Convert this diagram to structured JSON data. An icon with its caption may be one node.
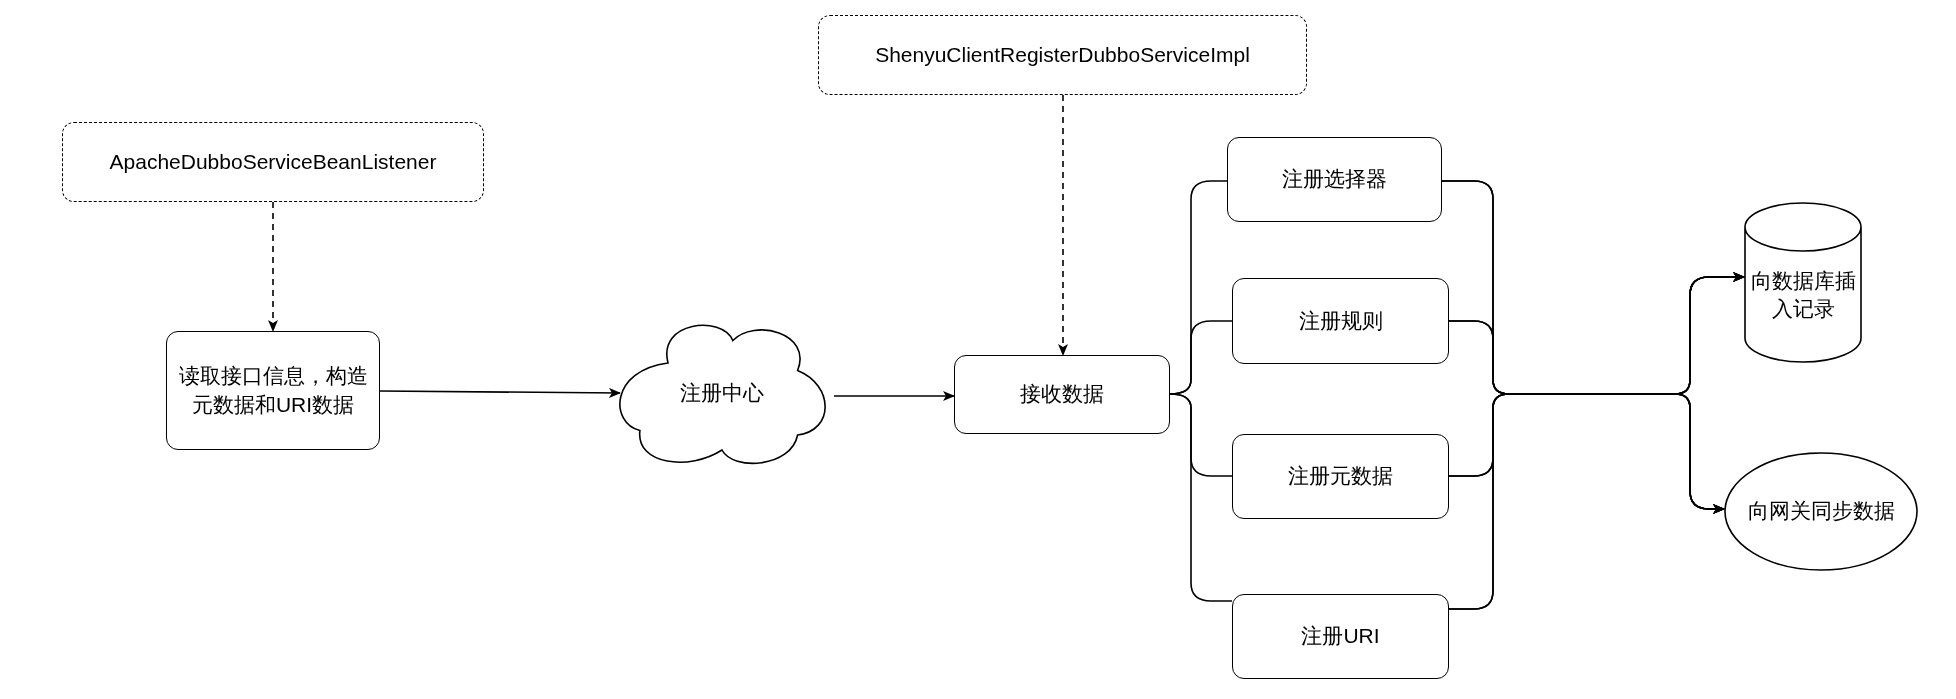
{
  "diagram": {
    "nodes": [
      {
        "text": [
          "ApacheDubboServiceBeanListener"
        ]
      },
      {
        "text": [
          "读取接口信息，构造元数据和URI数据"
        ]
      },
      {
        "text": [
          "注册中心"
        ]
      },
      {
        "text": [
          "ShenyuClientRegisterDubboServiceImpl"
        ]
      },
      {
        "text": [
          "接收数据"
        ]
      },
      {
        "text": [
          "注册选择器"
        ]
      },
      {
        "text": [
          "注册规则"
        ]
      },
      {
        "text": [
          "注册元数据"
        ]
      },
      {
        "text": [
          "注册URI"
        ]
      },
      {
        "text": [
          "向数据库插入记录"
        ]
      },
      {
        "text": [
          "向网关同步数据"
        ]
      }
    ],
    "edges": [
      {
        "from": 0,
        "to": 1,
        "arrow": "to",
        "style": "dashed"
      },
      {
        "from": 1,
        "to": 2,
        "arrow": "to"
      },
      {
        "from": 2,
        "to": 4,
        "arrow": "to"
      },
      {
        "from": 3,
        "to": 4,
        "arrow": "to",
        "style": "dashed"
      },
      {
        "from": 4,
        "to": 5,
        "arrow": "none"
      },
      {
        "from": 4,
        "to": 6,
        "arrow": "none"
      },
      {
        "from": 4,
        "to": 7,
        "arrow": "none"
      },
      {
        "from": 4,
        "to": 8,
        "arrow": "none"
      },
      {
        "from": 5,
        "to": 9,
        "arrow": "to"
      },
      {
        "from": 5,
        "to": 10,
        "arrow": "to"
      },
      {
        "from": 6,
        "to": 9,
        "arrow": "to"
      },
      {
        "from": 6,
        "to": 10,
        "arrow": "to"
      },
      {
        "from": 7,
        "to": 9,
        "arrow": "to"
      },
      {
        "from": 7,
        "to": 10,
        "arrow": "to"
      },
      {
        "from": 8,
        "to": 9,
        "arrow": "to"
      },
      {
        "from": 8,
        "to": 10,
        "arrow": "to"
      }
    ]
  }
}
